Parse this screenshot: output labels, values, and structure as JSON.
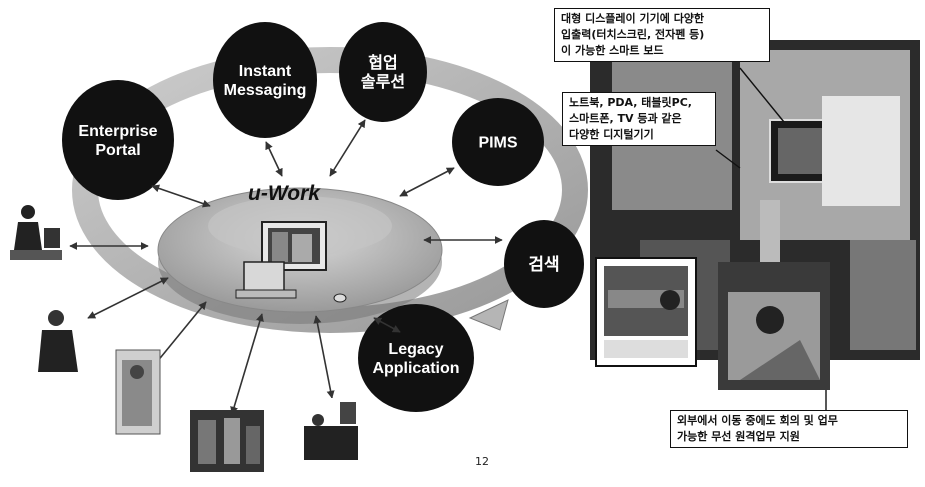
{
  "diagram": {
    "center_label": "u-Work",
    "nodes": [
      {
        "id": "instant",
        "lines": [
          "Instant",
          "Messaging"
        ]
      },
      {
        "id": "collab",
        "lines": [
          "협업",
          "솔루션"
        ]
      },
      {
        "id": "portal",
        "lines": [
          "Enterprise",
          "Portal"
        ]
      },
      {
        "id": "pims",
        "lines": [
          "PIMS"
        ]
      },
      {
        "id": "search",
        "lines": [
          "검색"
        ]
      },
      {
        "id": "legacy",
        "lines": [
          "Legacy",
          "Application"
        ]
      }
    ]
  },
  "callouts": {
    "smartboard": [
      "대형 디스플레이 기기에 다양한",
      "입출력(터치스크린, 전자펜 등)",
      "이 가능한 스마트 보드"
    ],
    "devices": [
      "노트북, PDA, 태블릿PC,",
      "스마트폰, TV 등과 같은",
      "다양한 디지털기기"
    ],
    "wireless": [
      "외부에서 이동 중에도 회의 및 업무",
      "가능한 무선 원격업무 지원"
    ]
  },
  "page_number": "12"
}
